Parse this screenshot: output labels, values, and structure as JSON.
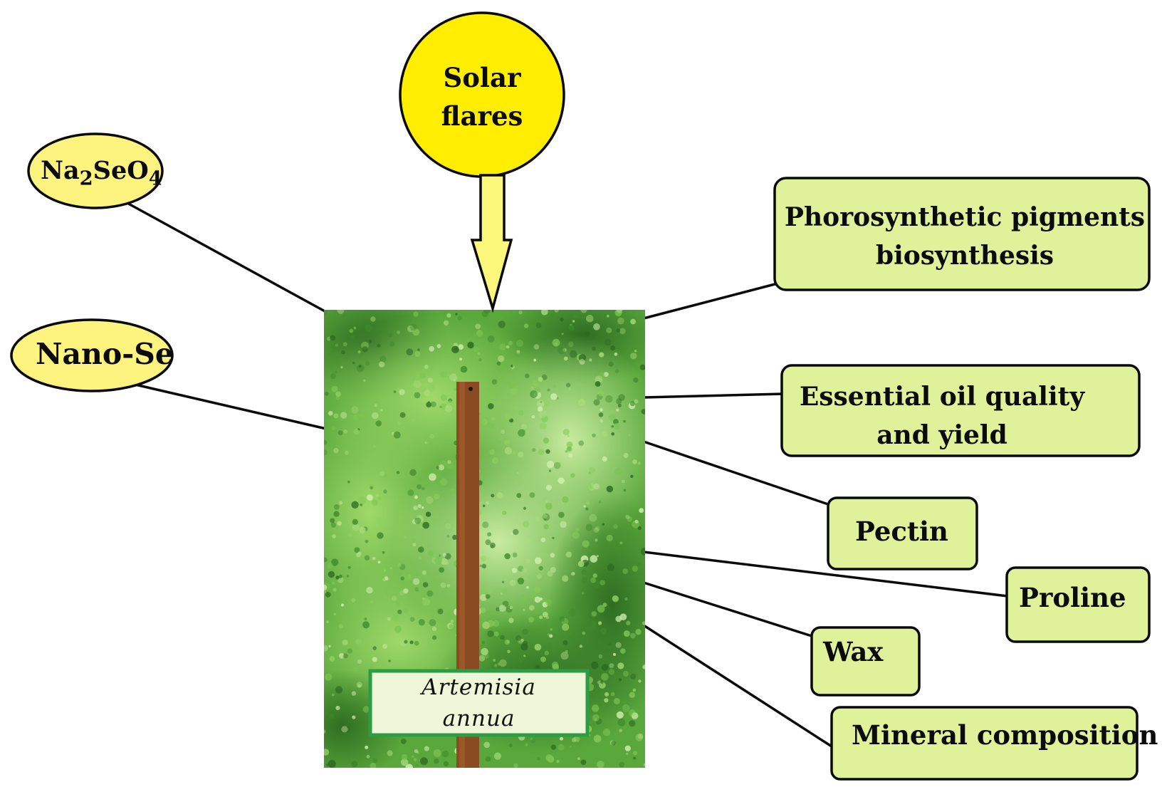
{
  "inputs": {
    "solar": {
      "line1": "Solar",
      "line2": "flares"
    },
    "sodium_selenate": {
      "prefix": "Na",
      "sub1": "2",
      "mid": "SeO",
      "sub2": "4"
    },
    "nano_se": "Nano-Se"
  },
  "plant": {
    "genus": "Artemisia",
    "species": "annua"
  },
  "outputs": {
    "pigments": {
      "line1": "Phorosynthetic pigments",
      "line2": "biosynthesis"
    },
    "essential_oil": {
      "line1": "Essential oil quality",
      "line2": "and yield"
    },
    "pectin": "Pectin",
    "proline": "Proline",
    "wax": "Wax",
    "minerals": "Mineral composition"
  },
  "colors": {
    "sun_fill": "#ffee00",
    "ellipse_fill": "#fdf37f",
    "box_fill": "#dff29a",
    "arrow_fill": "#fbf77a",
    "plant_green": "#5aa83c",
    "label_border": "#2e9c45",
    "stake": "#8a4a22"
  }
}
